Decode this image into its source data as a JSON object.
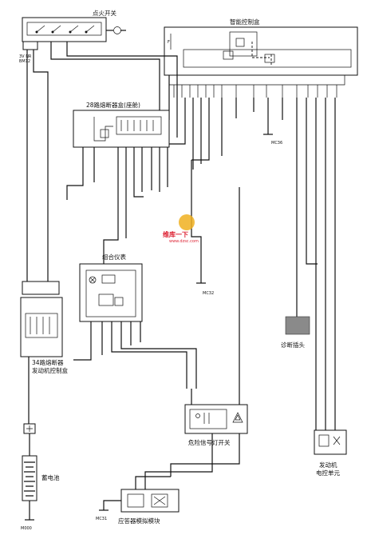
{
  "components": {
    "ignition_switch": "点火开关",
    "smart_control_box": "智能控制盒",
    "fuse_box_28": "28路熔断器盒(座舱)",
    "combination_meter": "组合仪表",
    "fuse_box_34": "34路熔断器",
    "engine_control_box": "发动机控制盒",
    "battery": "蓄电池",
    "diagnostic_connector": "诊断插头",
    "hazard_switch": "危险信号灯开关",
    "engine_ecu_line1": "发动机",
    "engine_ecu_line2": "电控单元",
    "airbag_module": "应答器模拟模块"
  },
  "connector_labels": {
    "ignition_conn": "3V NR",
    "ignition_code": "BM12",
    "ground_mc36": "MC36",
    "ground_mc32": "MC32",
    "ground_mc31": "MC31",
    "ground_m000": "M000",
    "fuse_code_f": "F"
  },
  "watermark": {
    "line1": "维库一下",
    "line2": "www.dzsc.com"
  }
}
